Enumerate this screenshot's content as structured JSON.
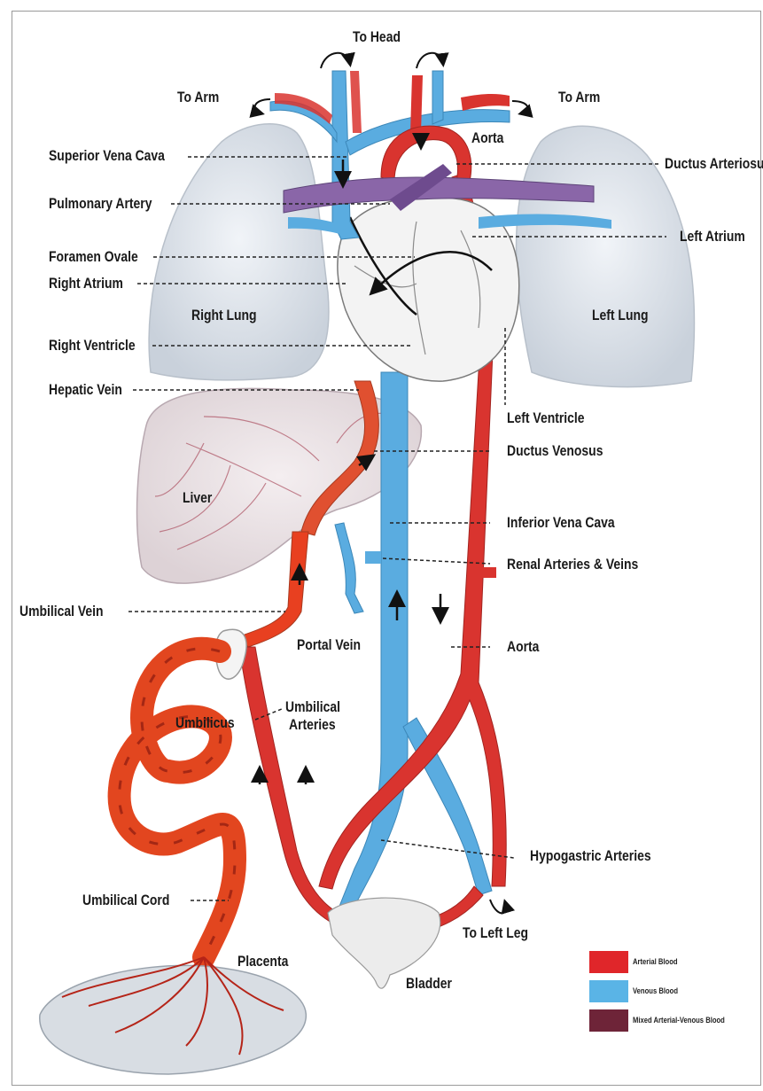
{
  "labels": {
    "to_head": "To Head",
    "to_arm_left": "To Arm",
    "to_arm_right": "To Arm",
    "aorta_top": "Aorta",
    "superior_vena_cava": "Superior Vena Cava",
    "ductus_arteriosus": "Ductus Arteriosus",
    "pulmonary_artery": "Pulmonary Artery",
    "left_atrium": "Left Atrium",
    "foramen_ovale": "Foramen Ovale",
    "right_atrium": "Right Atrium",
    "right_lung": "Right Lung",
    "left_lung": "Left Lung",
    "right_ventricle": "Right Ventricle",
    "hepatic_vein": "Hepatic Vein",
    "left_ventricle": "Left Ventricle",
    "ductus_venosus": "Ductus Venosus",
    "liver": "Liver",
    "inferior_vena_cava": "Inferior Vena Cava",
    "renal_arteries_veins": "Renal Arteries & Veins",
    "umbilical_vein": "Umbilical Vein",
    "portal_vein": "Portal Vein",
    "aorta_bottom": "Aorta",
    "umbilicus": "Umbilicus",
    "umbilical_arteries_1": "Umbilical",
    "umbilical_arteries_2": "Arteries",
    "hypogastric_arteries": "Hypogastric Arteries",
    "umbilical_cord": "Umbilical Cord",
    "to_left_leg": "To Left Leg",
    "placenta": "Placenta",
    "bladder": "Bladder"
  },
  "legend": [
    {
      "label": "Arterial Blood",
      "color": "#e0262a"
    },
    {
      "label": "Venous Blood",
      "color": "#5ab4e6"
    },
    {
      "label": "Mixed Arterial-Venous Blood",
      "color": "#6e2438"
    }
  ],
  "colors": {
    "arterial": "#d9342f",
    "venous": "#5aace0",
    "mixed": "#8a4a86",
    "lung": "#dde3ea",
    "umbilical_cord": "#e2461f"
  }
}
